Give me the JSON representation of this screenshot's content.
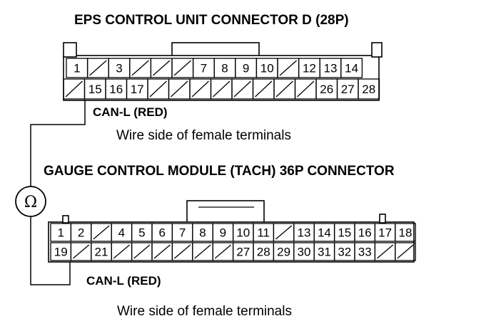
{
  "connector_d": {
    "title": "EPS CONTROL UNIT CONNECTOR D (28P)",
    "note": "Wire side of female terminals",
    "probe_label": "CAN-L (RED)",
    "row1": [
      "1",
      "",
      "3",
      "",
      "",
      "",
      "7",
      "8",
      "9",
      "10",
      "",
      "12",
      "13",
      "14"
    ],
    "row2": [
      "",
      "15",
      "16",
      "17",
      "",
      "",
      "",
      "",
      "",
      "",
      "",
      "",
      "26",
      "27",
      "28"
    ]
  },
  "gauge": {
    "title": "GAUGE CONTROL MODULE (TACH) 36P CONNECTOR",
    "note": "Wire side of female terminals",
    "probe_label": "CAN-L (RED)",
    "row1": [
      "1",
      "2",
      "",
      "4",
      "5",
      "6",
      "7",
      "8",
      "9",
      "10",
      "11",
      "",
      "13",
      "14",
      "15",
      "16",
      "17",
      "18"
    ],
    "row2": [
      "19",
      "",
      "21",
      "",
      "",
      "",
      "",
      "",
      "",
      "27",
      "28",
      "29",
      "30",
      "31",
      "32",
      "33",
      "",
      ""
    ]
  },
  "meter": {
    "symbol": "Ω",
    "icon": "ohmmeter-icon"
  }
}
